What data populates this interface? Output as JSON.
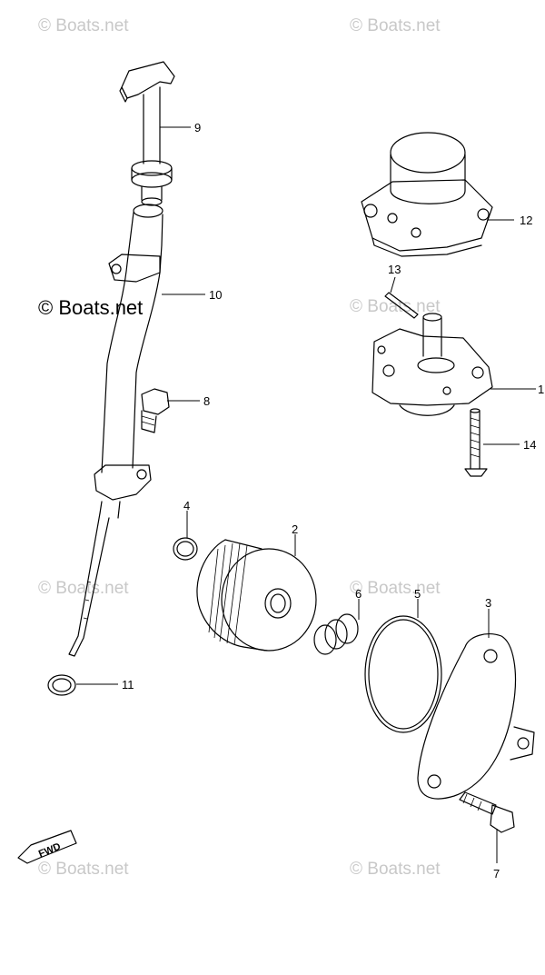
{
  "watermarks": {
    "top_left": "© Boats.net",
    "top_right": "© Boats.net",
    "main": "© Boats.net",
    "mid_right": "© Boats.net",
    "mid_left": "© Boats.net",
    "mid_right_2": "© Boats.net",
    "bottom_left": "© Boats.net",
    "bottom_right": "© Boats.net"
  },
  "fwd_label": "FWD",
  "callouts": {
    "p1": "1",
    "p2": "2",
    "p3": "3",
    "p4": "4",
    "p5": "5",
    "p6": "6",
    "p7": "7",
    "p8": "8",
    "p9": "9",
    "p10": "10",
    "p11": "11",
    "p12": "12",
    "p13": "13",
    "p14": "14"
  }
}
